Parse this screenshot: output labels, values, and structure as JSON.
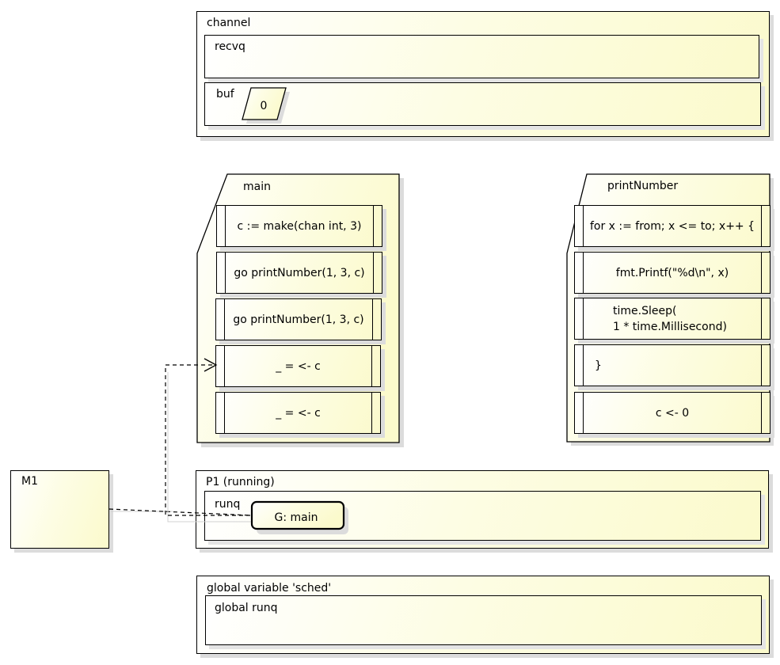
{
  "channel": {
    "title": "channel",
    "recvq_label": "recvq",
    "buf_label": "buf",
    "buf_value": "0"
  },
  "main_frame": {
    "title": "main",
    "statements": [
      "c := make(chan int, 3)",
      "go printNumber(1, 3, c)",
      "go printNumber(1, 3, c)",
      "_ = <- c",
      "_ = <- c"
    ]
  },
  "print_frame": {
    "title": "printNumber",
    "statements": [
      "for x := from; x <= to; x++ {",
      "fmt.Printf(\"%d\\n\", x)",
      "time.Sleep(",
      "1 * time.Millisecond)",
      "}",
      "c <- 0"
    ]
  },
  "machine": {
    "label": "M1"
  },
  "processor": {
    "title": "P1 (running)",
    "runq_label": "runq",
    "goroutine": "G: main"
  },
  "sched": {
    "title": "global variable 'sched'",
    "runq_label": "global runq"
  }
}
